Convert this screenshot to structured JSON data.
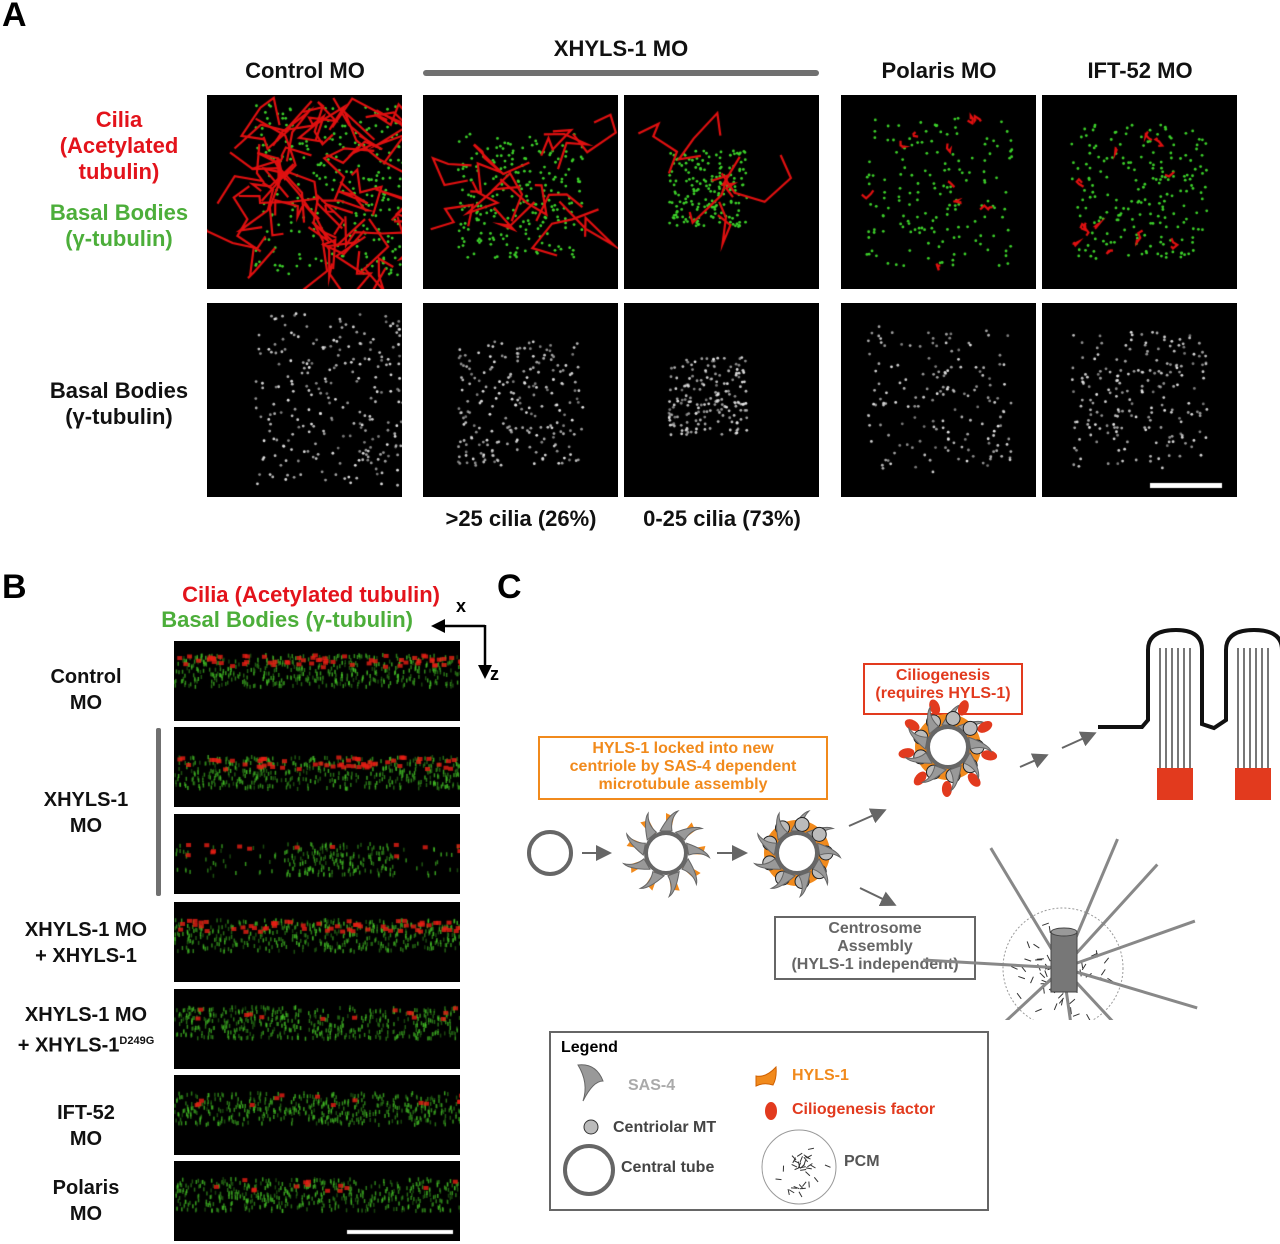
{
  "panels": {
    "a": "A",
    "b": "B",
    "c": "C"
  },
  "panel_a": {
    "columns": [
      "Control MO",
      "XHYLS-1 MO",
      "Polaris MO",
      "IFT-52 MO"
    ],
    "row1_label": {
      "cilia": "Cilia",
      "cilia_sub1": "(Acetylated",
      "cilia_sub2": "tubulin)",
      "bb": "Basal Bodies",
      "bb_sub": "(γ-tubulin)"
    },
    "row2_label": {
      "bb": "Basal Bodies",
      "bb_sub": "(γ-tubulin)"
    },
    "subcaptions": [
      ">25 cilia (26%)",
      "0-25 cilia (73%)"
    ]
  },
  "panel_b": {
    "legend_red": "Cilia (Acetylated tubulin)",
    "legend_green": "Basal Bodies (γ-tubulin)",
    "axis_x": "x",
    "axis_z": "z",
    "rows": [
      {
        "l1": "Control",
        "l2": "MO"
      },
      {
        "l1": "XHYLS-1",
        "l2": "MO"
      },
      {
        "l1": "XHYLS-1 MO",
        "l2": "+ XHYLS-1"
      },
      {
        "l1": "XHYLS-1 MO",
        "l2": "+ XHYLS-1",
        "sup": "D249G"
      },
      {
        "l1": "IFT-52",
        "l2": "MO"
      },
      {
        "l1": "Polaris",
        "l2": "MO"
      }
    ]
  },
  "panel_c": {
    "box_hyls": [
      "HYLS-1 locked into new",
      "centriole by SAS-4 dependent",
      "microtubule assembly"
    ],
    "box_cilio": [
      "Ciliogenesis",
      "(requires HYLS-1)"
    ],
    "box_centro": [
      "Centrosome",
      "Assembly",
      "(HYLS-1 independent)"
    ],
    "legend": {
      "title": "Legend",
      "sas4": "SAS-4",
      "hyls1": "HYLS-1",
      "cilio": "Ciliogenesis factor",
      "mt": "Centriolar MT",
      "tube": "Central tube",
      "pcm": "PCM"
    }
  },
  "colors": {
    "orange": "#f18a1c",
    "red": "#e23a1e",
    "gray": "#666666",
    "cilia_red": "#e3131b",
    "bb_green": "#4cae3a"
  }
}
